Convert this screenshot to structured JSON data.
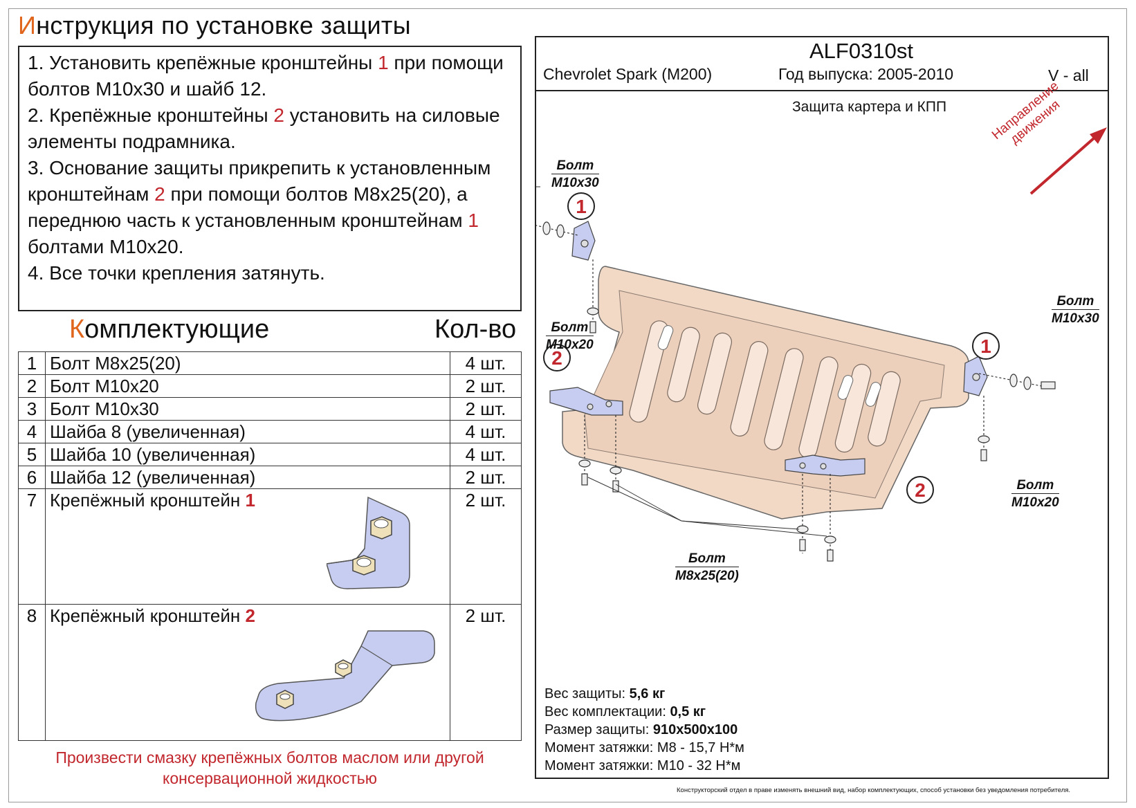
{
  "title": {
    "first_letter": "И",
    "rest": "нструкция по установке защиты"
  },
  "instructions": [
    {
      "parts": [
        "1. Установить крепёжные кронштейны ",
        "1",
        " при помощи болтов М10х30 и шайб 12."
      ]
    },
    {
      "parts": [
        "2. Крепёжные кронштейны ",
        "2",
        " установить на силовые элементы подрамника."
      ]
    },
    {
      "parts": [
        "3. Основание защиты прикрепить к установленным кронштейнам ",
        "2",
        " при помощи болтов М8х25(20), а переднюю часть к установленным кронштейнам ",
        "1",
        " болтами М10х20."
      ]
    },
    {
      "parts": [
        "4. Все точки крепления затянуть."
      ]
    }
  ],
  "parts_header": {
    "first_letter": "К",
    "rest": "омплектующие",
    "qty": "Кол-во"
  },
  "parts": [
    {
      "n": "1",
      "name": "Болт М8х25(20)",
      "tag": "",
      "qty": "4 шт."
    },
    {
      "n": "2",
      "name": "Болт М10х20",
      "tag": "",
      "qty": "2 шт."
    },
    {
      "n": "3",
      "name": "Болт М10х30",
      "tag": "",
      "qty": "2 шт."
    },
    {
      "n": "4",
      "name": "Шайба 8 (увеличенная)",
      "tag": "",
      "qty": "4 шт."
    },
    {
      "n": "5",
      "name": "Шайба 10 (увеличенная)",
      "tag": "",
      "qty": "4 шт."
    },
    {
      "n": "6",
      "name": "Шайба 12 (увеличенная)",
      "tag": "",
      "qty": "2 шт."
    },
    {
      "n": "7",
      "name": "Крепёжный кронштейн ",
      "tag": "1",
      "qty": "2 шт."
    },
    {
      "n": "8",
      "name": "Крепёжный кронштейн ",
      "tag": "2",
      "qty": "2 шт."
    }
  ],
  "footnote": "Произвести смазку крепёжных болтов маслом или другой консервационной жидкостью",
  "product": {
    "code": "ALF0310st",
    "car": "Chevrolet Spark (M200)",
    "year": "Год выпуска: 2005-2010",
    "variant": "V - all",
    "subtitle": "Защита картера и КПП"
  },
  "direction": {
    "line1": "Направление",
    "line2": "движения"
  },
  "bolt_labels": [
    {
      "id": "a",
      "line1": "Болт",
      "line2": "М10х30"
    },
    {
      "id": "b",
      "line1": "Болт",
      "line2": "М10х20"
    },
    {
      "id": "c",
      "line1": "Болт",
      "line2": "М10х30"
    },
    {
      "id": "d",
      "line1": "Болт",
      "line2": "М10х20"
    },
    {
      "id": "e",
      "line1": "Болт",
      "line2": "М8х25(20)"
    }
  ],
  "callouts": [
    "1",
    "2",
    "1",
    "2"
  ],
  "specs": [
    {
      "label": "Вес защиты: ",
      "value": "5,6 кг",
      "bold": true
    },
    {
      "label": "Вес комплектации: ",
      "value": "0,5 кг",
      "bold": true
    },
    {
      "label": "Размер защиты: ",
      "value": "910х500х100",
      "bold": true
    },
    {
      "label": "Момент затяжки: ",
      "value": "М8 - 15,7 Н*м",
      "bold": false
    },
    {
      "label": "Момент затяжки: ",
      "value": "М10 - 32 Н*м",
      "bold": false
    }
  ],
  "disclaimer": "Конструкторский отдел в праве изменять внешний вид, набор комплектующих, способ установки без уведомления потребителя.",
  "colors": {
    "accent_red": "#c1272d",
    "accent_orange": "#e0661e",
    "plate": "#f2d9c6",
    "bracket": "#c7cdf0"
  }
}
